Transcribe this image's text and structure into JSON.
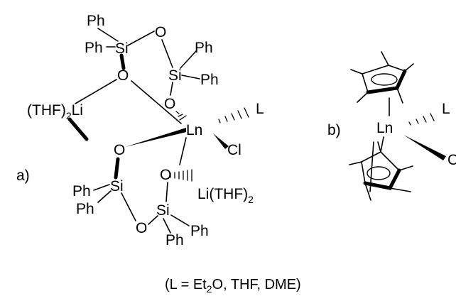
{
  "figure": {
    "panel_a": {
      "label": "a)",
      "ph": "Ph",
      "si": "Si",
      "o": "O",
      "ln": "Ln",
      "l": "L",
      "cl": "Cl",
      "li_left_base": "(THF)",
      "li_left_sub": "2",
      "li_left_end": "Li",
      "li_right_start": "Li(THF)",
      "li_right_sub": "2"
    },
    "panel_b": {
      "label": "b)",
      "ln": "Ln",
      "l": "L",
      "cl": "C"
    },
    "caption": {
      "pre": "(L = Et",
      "sub": "2",
      "post": "O, THF, DME)"
    }
  }
}
